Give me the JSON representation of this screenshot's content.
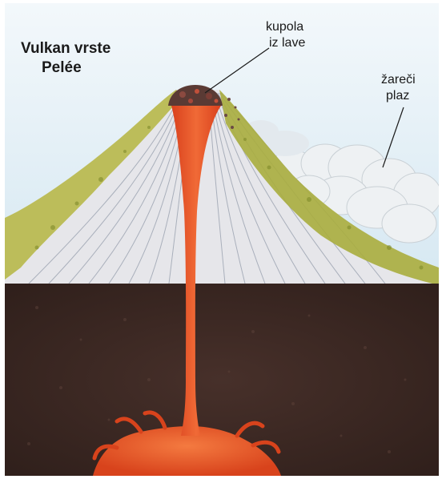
{
  "title": {
    "line1": "Vulkan vrste",
    "line2": "Pelée"
  },
  "labels": {
    "dome": {
      "line1": "kupola",
      "line2": "iz lave"
    },
    "flow": {
      "line1": "žareči",
      "line2": "plaz"
    }
  },
  "colors": {
    "sky": "#dfeef6",
    "ground": "#3a2722",
    "magma": "#e8542a",
    "vegetation": "#b7b84a",
    "ash_layers": "#e6e6ea",
    "cloud": "#eef1f3"
  }
}
